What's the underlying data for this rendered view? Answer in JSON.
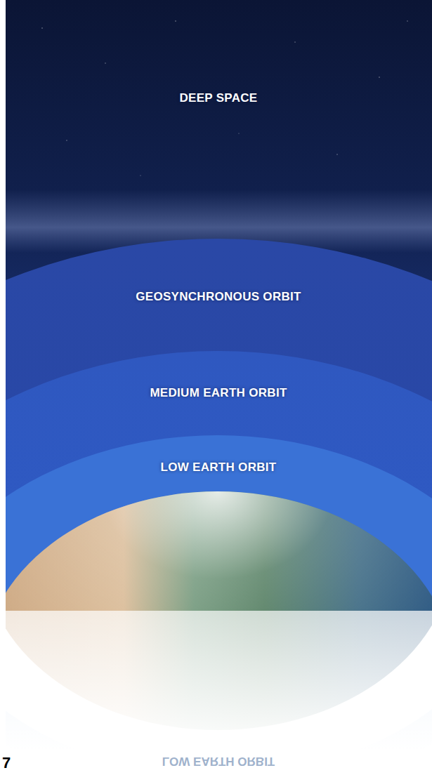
{
  "diagram": {
    "nodes": [
      {
        "text": [
          "DEEP SPACE"
        ]
      },
      {
        "text": [
          "GEOSYNCHRONOUS ORBIT"
        ]
      },
      {
        "text": [
          "MEDIUM EARTH ORBIT"
        ]
      },
      {
        "text": [
          "LOW EARTH ORBIT"
        ]
      }
    ],
    "labels": [
      "LOW EARTH ORBIT",
      "7"
    ]
  }
}
